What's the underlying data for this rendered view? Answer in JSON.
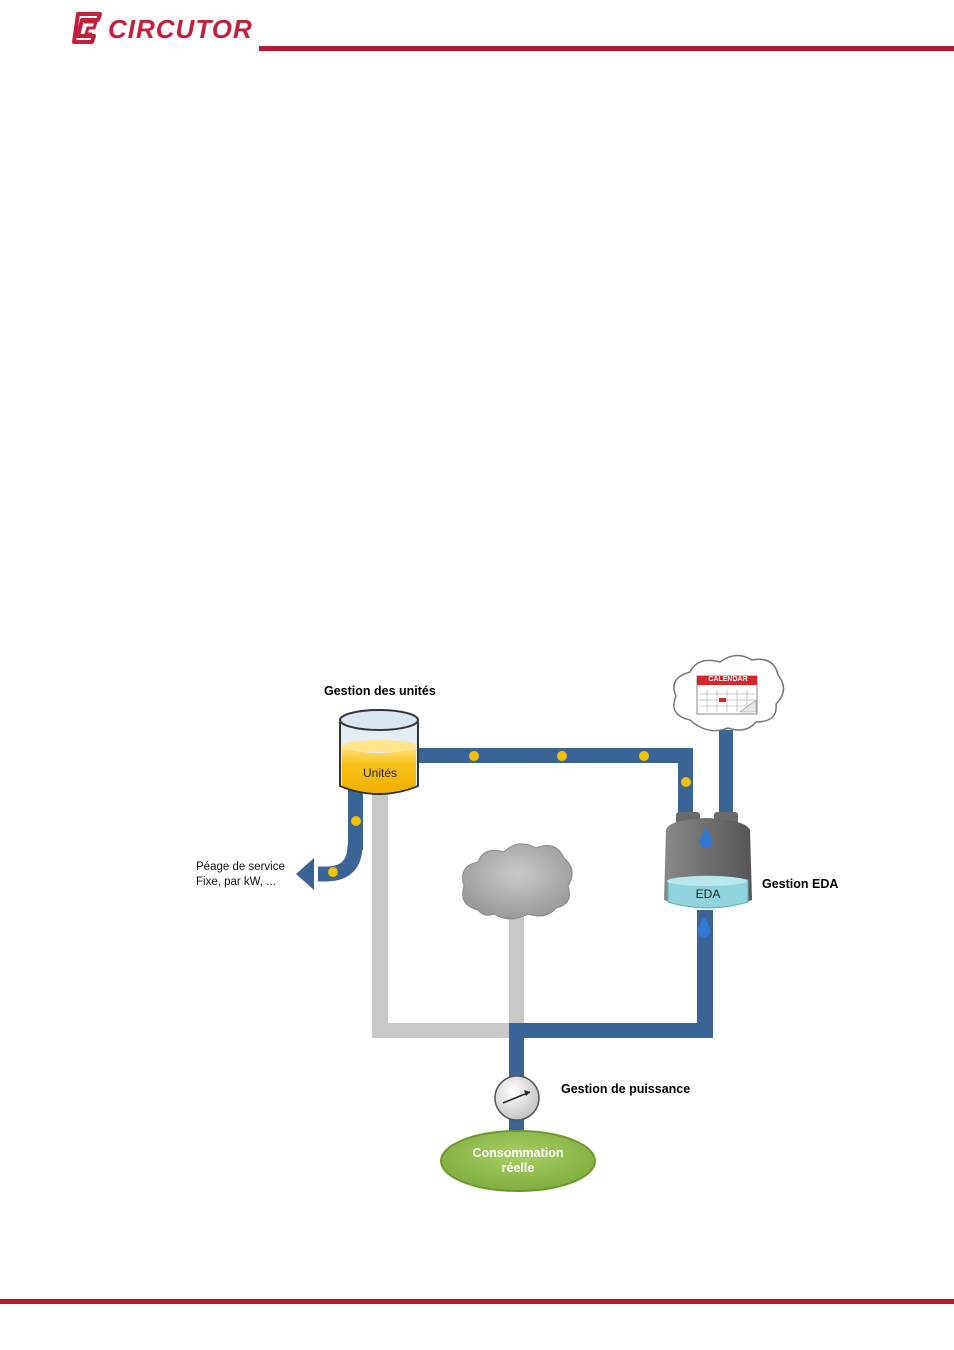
{
  "header": {
    "brand": "CIRCUTOR",
    "accent_color": "#b5182f"
  },
  "diagram": {
    "units_title": "Gestion des unités",
    "units_tank_label": "Unités",
    "service_fee_line1": "Péage de service",
    "service_fee_line2": "Fixe, par kW, ...",
    "calendar_label": "CALENDAR",
    "eda_tank_label": "EDA",
    "eda_title": "Gestion EDA",
    "power_title": "Gestion de puissance",
    "consumption_line1": "Consommation",
    "consumption_line2": "réelle",
    "colors": {
      "pipe_blue": "#3b6496",
      "pipe_gray": "#c8c8c8",
      "token_yellow": "#f2c200",
      "units_fill": "#f5b800",
      "eda_fill": "#8fd4dc",
      "consumption_fill": "#8db84a"
    },
    "icons": [
      "calendar-icon",
      "cloud-icon",
      "gauge-icon",
      "water-drop-icon",
      "arrow-left-icon"
    ]
  }
}
